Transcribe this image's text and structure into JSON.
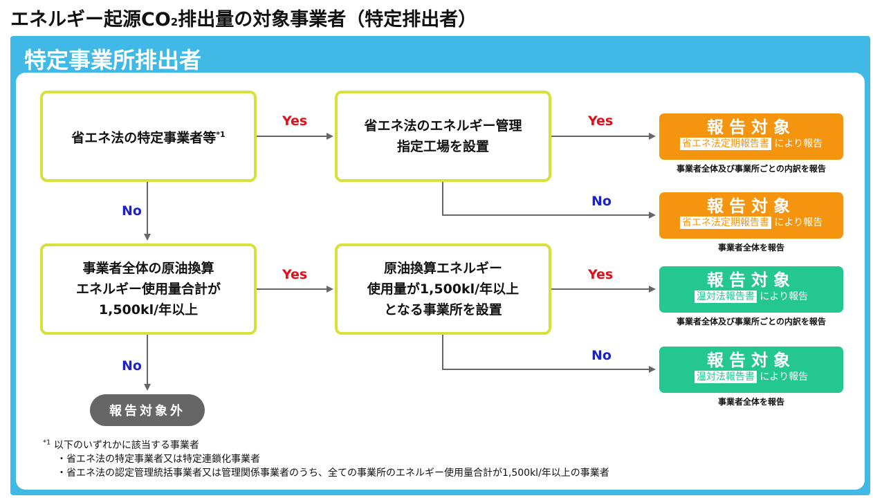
{
  "page": {
    "title_main": "エネルギー起源CO",
    "title_sub": "2",
    "title_rest": "排出量の対象事業者（特定排出者）"
  },
  "panel": {
    "title": "特定事業所排出者"
  },
  "q1": {
    "text": "省エネ法の特定事業者等",
    "mark": "*1"
  },
  "q2": {
    "text": "省エネ法のエネルギー管理\n指定工場を設置"
  },
  "q3": {
    "text": "事業者全体の原油換算\nエネルギー使用量合計が\n1,500kl/年以上"
  },
  "q4": {
    "text": "原油換算エネルギー\n使用量が1,500kl/年以上\nとなる事業所を設置"
  },
  "answers": {
    "q1_yes": "Yes",
    "q1_no": "No",
    "q2_yes": "Yes",
    "q2_no": "No",
    "q3_yes": "Yes",
    "q3_no": "No",
    "q4_yes": "Yes",
    "q4_no": "No"
  },
  "results": [
    {
      "title": "報告対象",
      "tag": "省エネ法定期報告書",
      "suffix": "により報告",
      "note": "事業者全体及び事業所ごとの内訳を報告",
      "color": "#f4940f"
    },
    {
      "title": "報告対象",
      "tag": "省エネ法定期報告書",
      "suffix": "により報告",
      "note": "事業者全体を報告",
      "color": "#f4940f"
    },
    {
      "title": "報告対象",
      "tag": "温対法報告書",
      "suffix": "により報告",
      "note": "事業者全体及び事業所ごとの内訳を報告",
      "color": "#23c78f"
    },
    {
      "title": "報告対象",
      "tag": "温対法報告書",
      "suffix": "により報告",
      "note": "事業者全体を報告",
      "color": "#23c78f"
    }
  ],
  "excluded": "報告対象外",
  "footnote": {
    "mark": "*1",
    "line1": "以下のいずれかに該当する事業者",
    "line2": "・省エネ法の特定事業者又は特定連鎖化事業者",
    "line3": "・省エネ法の認定管理統括事業者又は管理関係事業者のうち、全ての事業所のエネルギー使用量合計が1,500kl/年以上の事業者"
  }
}
